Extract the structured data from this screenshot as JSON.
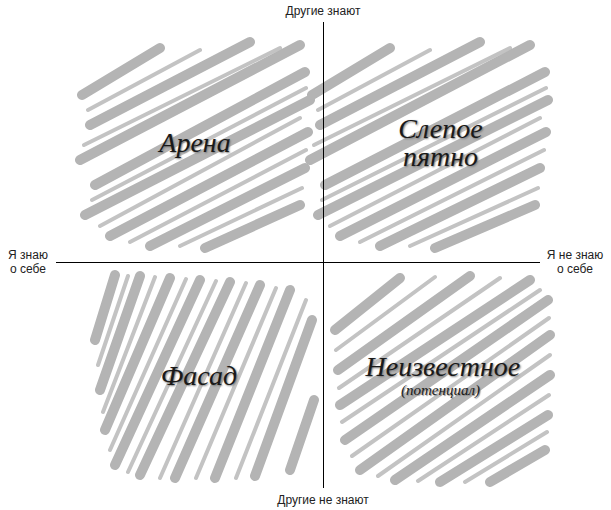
{
  "diagram": {
    "nodes": [
      {
        "text": [
          "Арена"
        ]
      },
      {
        "text": [
          "Слепое пятно"
        ]
      },
      {
        "text": [
          "Фасад"
        ]
      },
      {
        "text": [
          "Неизвестное",
          "(потенциал)"
        ]
      }
    ],
    "labels": [
      "Другие знают",
      "Я знаю о себе",
      "Я не знаю о себе",
      "Другие не знают"
    ]
  }
}
